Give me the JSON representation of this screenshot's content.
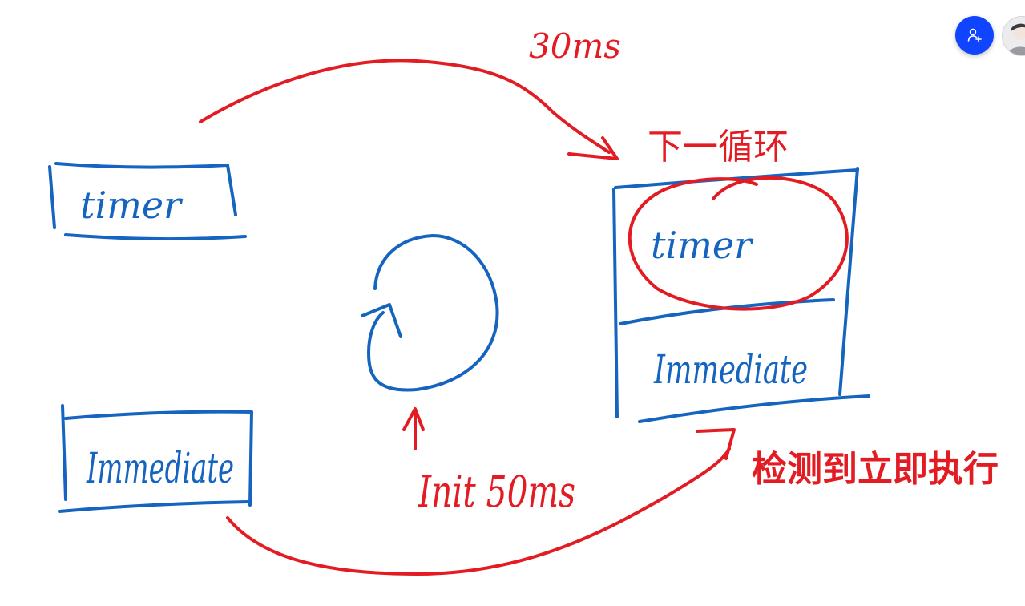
{
  "colors": {
    "blue_ink": "#1565c0",
    "red_ink": "#e31b23",
    "button_bg": "#1144ff"
  },
  "diagram": {
    "left_timer_label": "timer",
    "left_immediate_label": "Immediate",
    "right_timer_label": "timer",
    "right_immediate_label": "Immediate",
    "delay_label": "30ms",
    "next_loop_label": "下一循环",
    "init_label": "Init 50ms",
    "detect_label": "检测到立即执行"
  },
  "toolbar": {
    "add_user_icon": "add-user-icon",
    "avatar_icon": "user-avatar"
  }
}
